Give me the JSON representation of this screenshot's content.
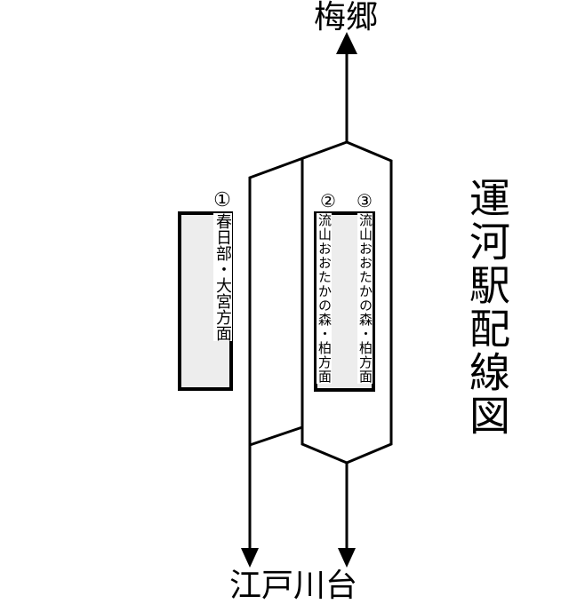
{
  "diagram": {
    "title": "運河駅配線図",
    "adjacent_stations": {
      "up": "梅郷",
      "down": "江戸川台"
    },
    "platforms": {
      "track1": {
        "number": "①",
        "destination": "春日部・大宮方面"
      },
      "track2": {
        "number": "②",
        "destination": "流山おおたかの森・柏方面"
      },
      "track3": {
        "number": "③",
        "destination": "流山おおたかの森・柏方面"
      }
    },
    "colors": {
      "line": "#000000",
      "platform_fill": "#ededed",
      "platform_border": "#000000",
      "label_background": "#ffffff",
      "background": "#ffffff"
    }
  }
}
